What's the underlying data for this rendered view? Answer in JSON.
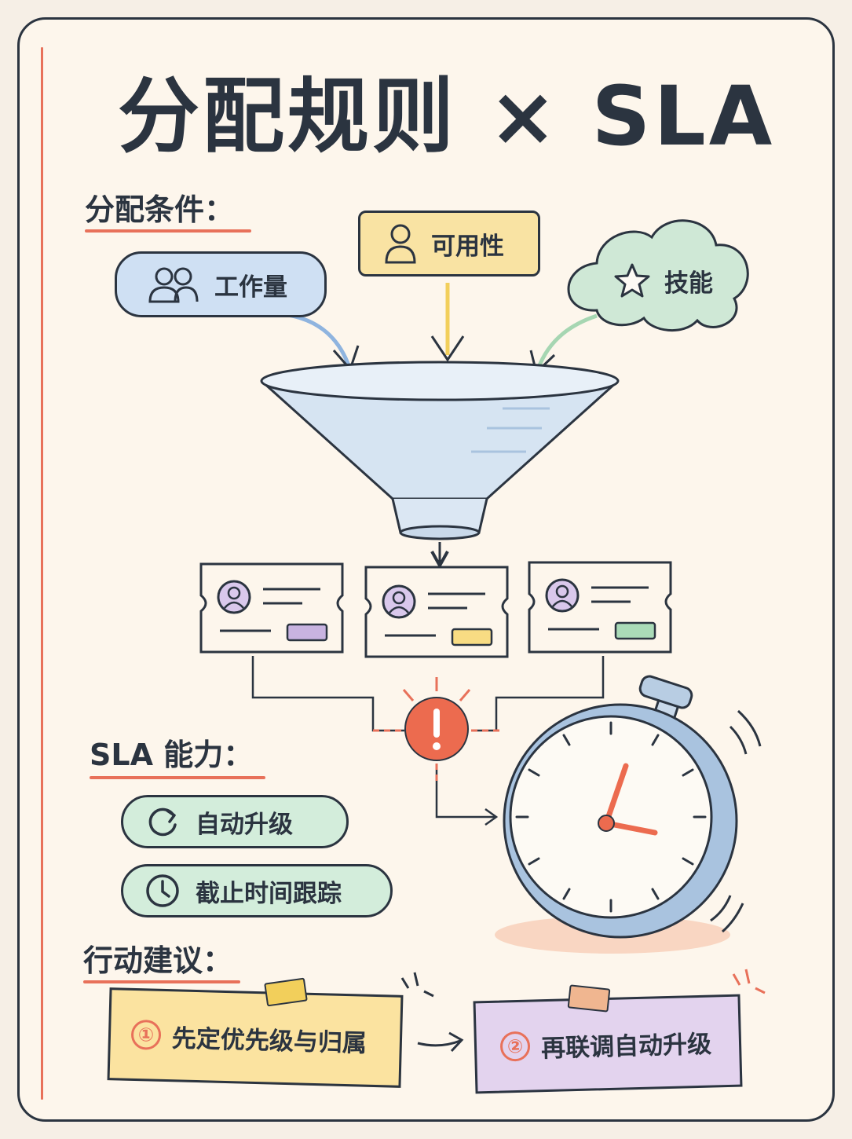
{
  "title": "分配规则 × SLA",
  "sections": {
    "conditions": "分配条件：",
    "sla": "SLA 能力：",
    "actions": "行动建议："
  },
  "conditions": [
    {
      "label": "工作量",
      "icon": "users-icon",
      "color": "#cfe0f3"
    },
    {
      "label": "可用性",
      "icon": "user-icon",
      "color": "#f9e3a3"
    },
    {
      "label": "技能",
      "icon": "star-icon",
      "color": "#cfe8d6"
    }
  ],
  "sla_capabilities": [
    {
      "label": "自动升级",
      "icon": "refresh-icon",
      "color": "#d3eddb"
    },
    {
      "label": "截止时间跟踪",
      "icon": "clock-icon",
      "color": "#d3eddb"
    }
  ],
  "actions": [
    {
      "number": "①",
      "label": "先定优先级与归属",
      "color": "#fbe3a0"
    },
    {
      "number": "②",
      "label": "再联调自动升级",
      "color": "#e3d3ee"
    }
  ],
  "ticket_tag_colors": [
    "#c8b3e0",
    "#f8dc83",
    "#aadbb8"
  ],
  "colors": {
    "ink": "#2b3440",
    "accent": "#e8715a",
    "funnel": "#d6e4f2"
  }
}
